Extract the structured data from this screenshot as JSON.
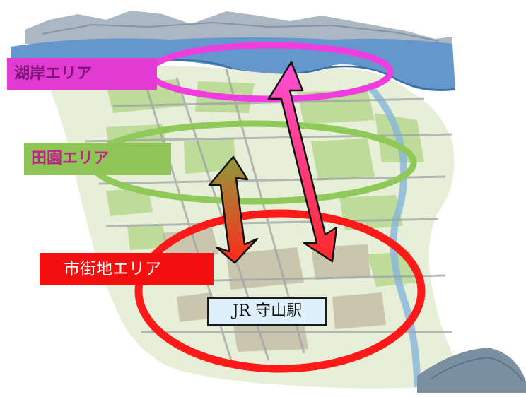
{
  "areas": {
    "lakeshore": {
      "label": "湖岸エリア",
      "ring_color": "#f13ce0"
    },
    "rural": {
      "label": "田園エリア",
      "ring_color": "#8fc95a"
    },
    "urban": {
      "label": "市街地エリア",
      "ring_color": "#ff1a1a"
    }
  },
  "station": {
    "label": "JR 守山駅"
  },
  "colors": {
    "lake": "#5b8fc7",
    "land": "#e7efd6",
    "fields": "#b8d78e",
    "mountains": "#8a9aa7",
    "river": "#7fb0d8",
    "arrow_long": "#ff4fd8",
    "arrow_short": "#9a9d3c"
  },
  "icons": [
    "double-arrow-long",
    "double-arrow-short"
  ]
}
